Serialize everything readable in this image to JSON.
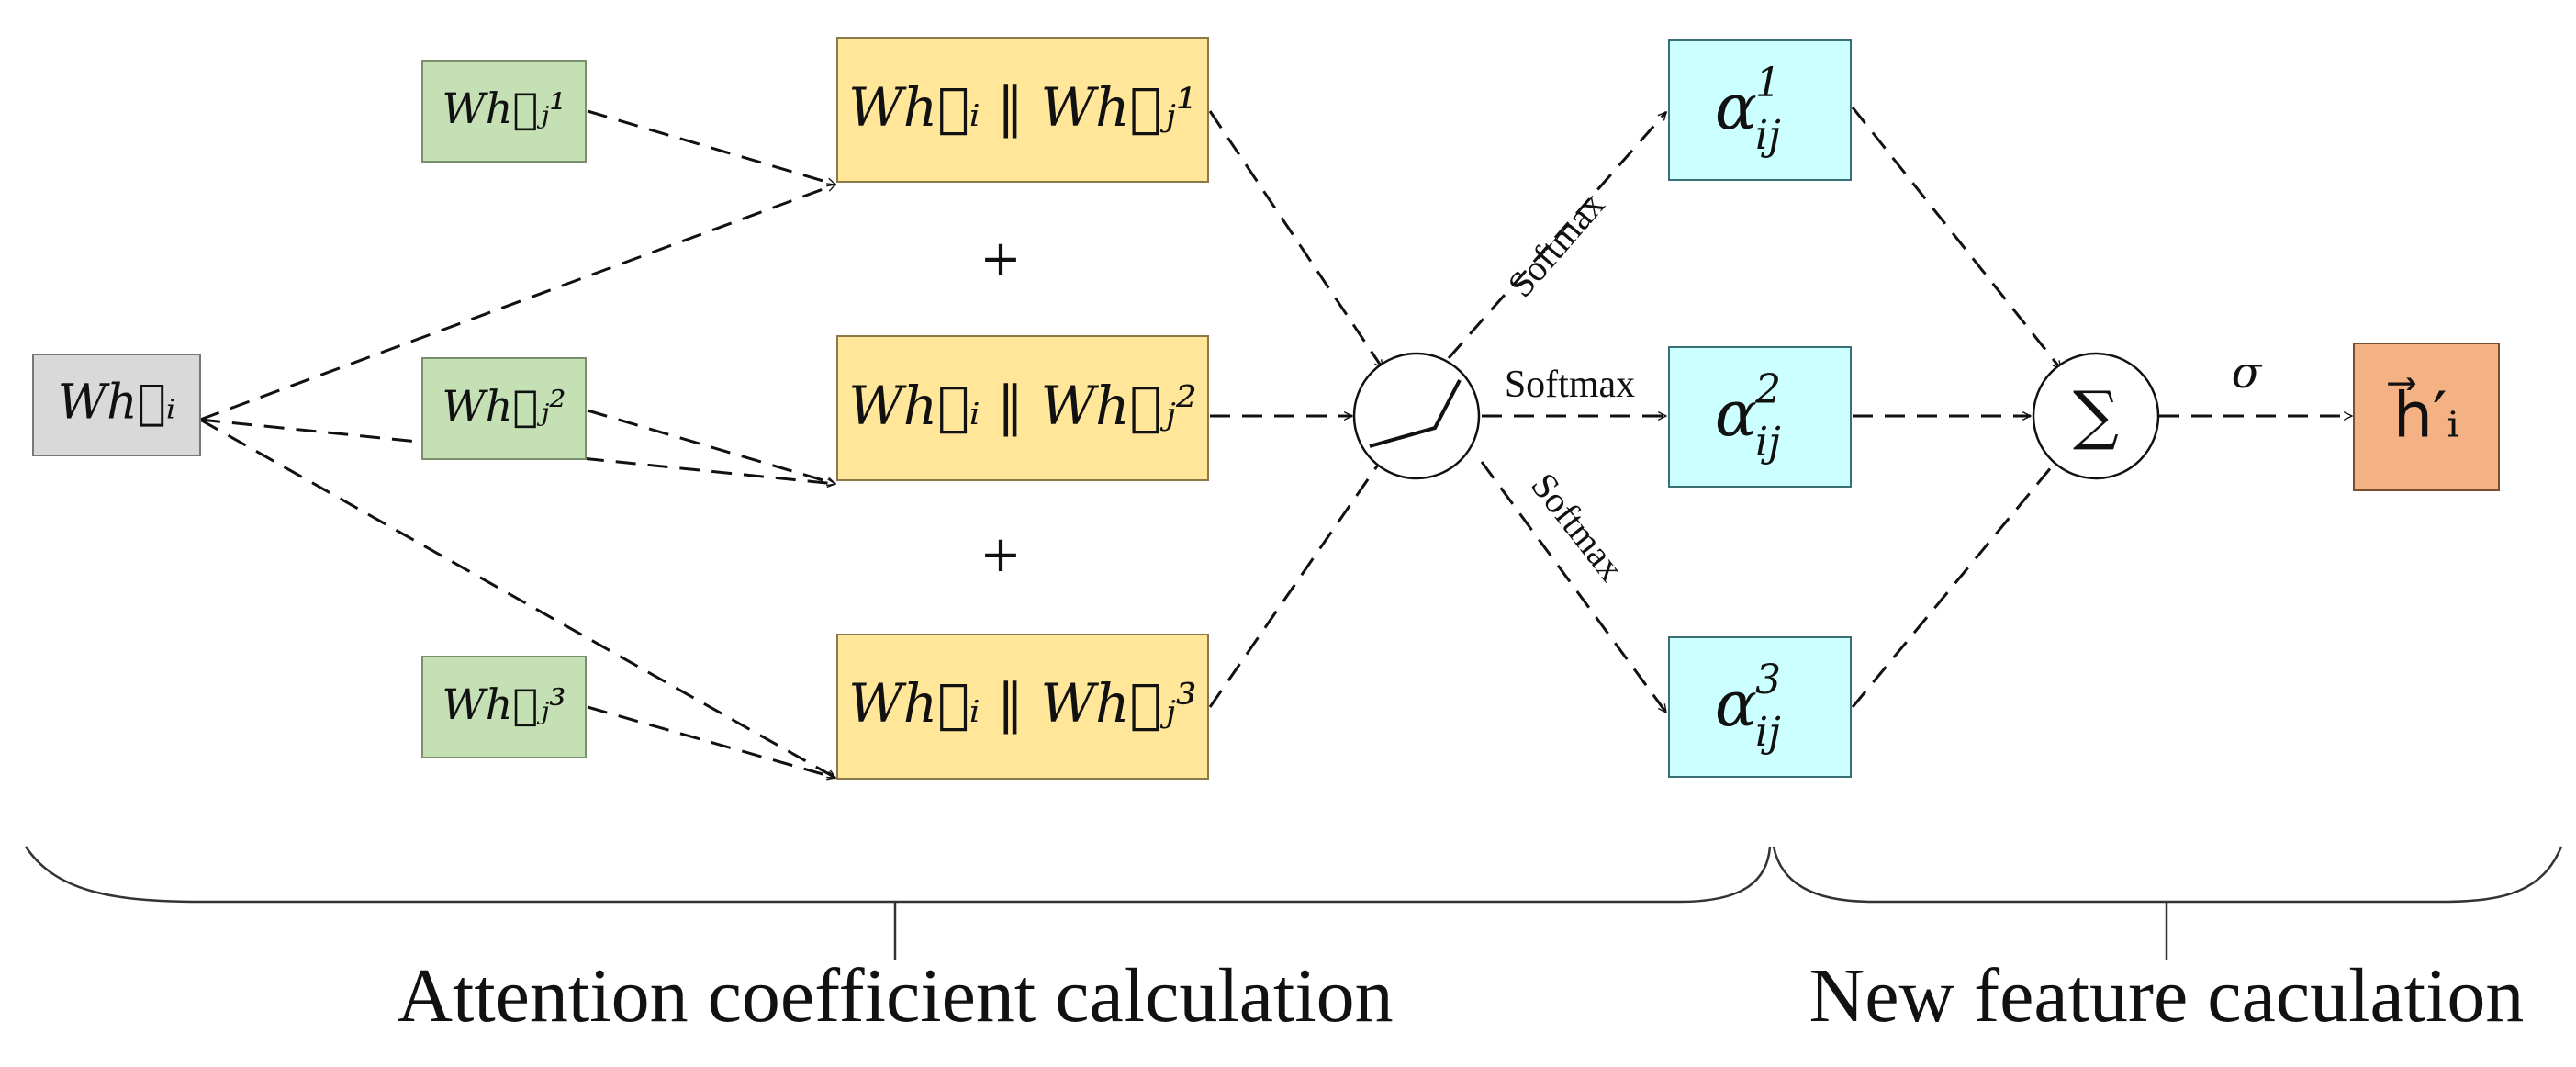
{
  "colors": {
    "input_box": "#d9d9d9",
    "neighbor_box": "#c5e0b4",
    "concat_box": "#ffe699",
    "alpha_box": "#ccffff",
    "output_box": "#f4b183",
    "stroke": "#111111"
  },
  "nodes": {
    "input": {
      "text": "Wh⃗ᵢ"
    },
    "neighbors": [
      {
        "text": "Wh⃗ⱼ¹"
      },
      {
        "text": "Wh⃗ⱼ²"
      },
      {
        "text": "Wh⃗ⱼ³"
      }
    ],
    "concats": [
      {
        "text": "Wh⃗ᵢ ‖ Wh⃗ⱼ¹"
      },
      {
        "text": "Wh⃗ᵢ ‖ Wh⃗ⱼ²"
      },
      {
        "text": "Wh⃗ᵢ ‖ Wh⃗ⱼ³"
      }
    ],
    "plus_signs": [
      "+",
      "+"
    ],
    "alphas": [
      {
        "text": "α",
        "sup": "1",
        "sub": "ij"
      },
      {
        "text": "α",
        "sup": "2",
        "sub": "ij"
      },
      {
        "text": "α",
        "sup": "3",
        "sub": "ij"
      }
    ],
    "sum_symbol": "∑",
    "output": {
      "text": "h⃗′ᵢ"
    }
  },
  "edge_labels": {
    "softmax": [
      "Softmax",
      "Softmax",
      "Softmax"
    ],
    "sigma": "σ"
  },
  "sections": {
    "attention": "Attention coefficient calculation",
    "new_feature": "New feature caculation"
  }
}
